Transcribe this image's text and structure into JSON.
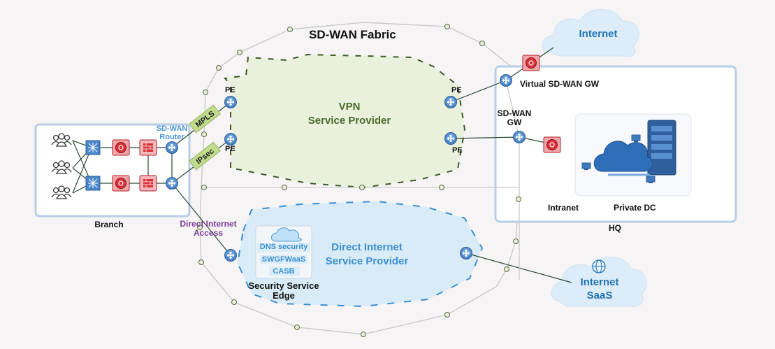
{
  "title": "SD-WAN Fabric",
  "labels": {
    "internet_top": "Internet",
    "vpn_line1": "VPN",
    "vpn_line2": "Service Provider",
    "dia_line1": "Direct Internet",
    "dia_line2": "Service Provider",
    "sdwan_router": "SD-WAN\nRouter",
    "branch": "Branch",
    "mpls": "MPLS",
    "ipsec": "IPsec",
    "pe": "PE",
    "direct_internet_access": "Direct Internet\nAccess",
    "virtual_gw": "Virtual SD-WAN GW",
    "sdwan_gw": "SD-WAN\nGW",
    "intranet": "Intranet",
    "private_dc": "Private DC",
    "hq": "HQ",
    "dns_security": "DNS security",
    "swg_fwaas": "SWGFWaaS",
    "casb": "CASB",
    "sse": "Security Service\nEdge",
    "internet_saas_1": "Internet",
    "internet_saas_2": "SaaS"
  },
  "colors": {
    "background": "#f6f4f5",
    "vpn_cloud": "#e9f1dd",
    "dia_cloud": "#d8ebf7",
    "internet_cloud": "#dcecf8",
    "cloud_text_blue": "#1f73b4",
    "router_blue": "#4a86c9",
    "firewall_red": "#d9323a",
    "box_border": "#b9cde6",
    "fabric_node": "#9bb07f",
    "tunnel_label": "#bedc8c",
    "dia_purple": "#7a3c96"
  },
  "icons": [
    "users-icon",
    "switch-icon",
    "firewall-icon",
    "router-icon",
    "server-icon",
    "cloud-icon",
    "globe-icon"
  ]
}
